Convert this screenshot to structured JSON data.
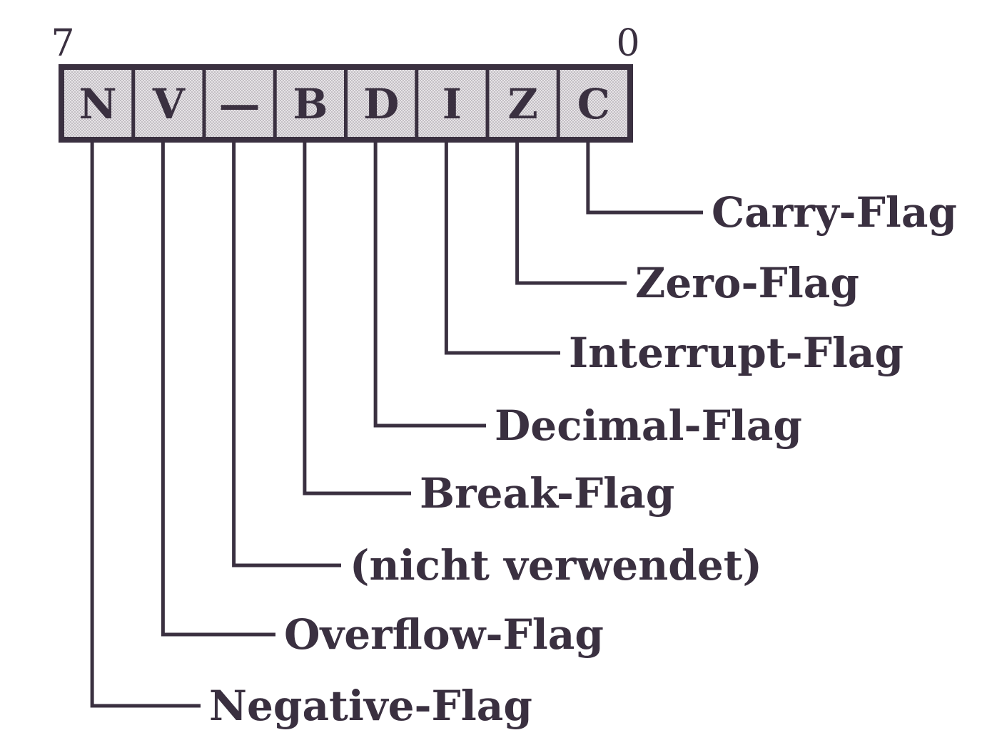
{
  "register": {
    "bit_high": "7",
    "bit_low": "0",
    "cells": [
      {
        "letter": "N",
        "label": "Negative-Flag"
      },
      {
        "letter": "V",
        "label": "Overflow-Flag"
      },
      {
        "letter": "—",
        "label": "(nicht verwendet)"
      },
      {
        "letter": "B",
        "label": "Break-Flag"
      },
      {
        "letter": "D",
        "label": "Decimal-Flag"
      },
      {
        "letter": "I",
        "label": "Interrupt-Flag"
      },
      {
        "letter": "Z",
        "label": "Zero-Flag"
      },
      {
        "letter": "C",
        "label": "Carry-Flag"
      }
    ]
  },
  "colors": {
    "ink": "#3a3040",
    "cell_fill": "#e4e1e4",
    "background": "#ffffff"
  }
}
